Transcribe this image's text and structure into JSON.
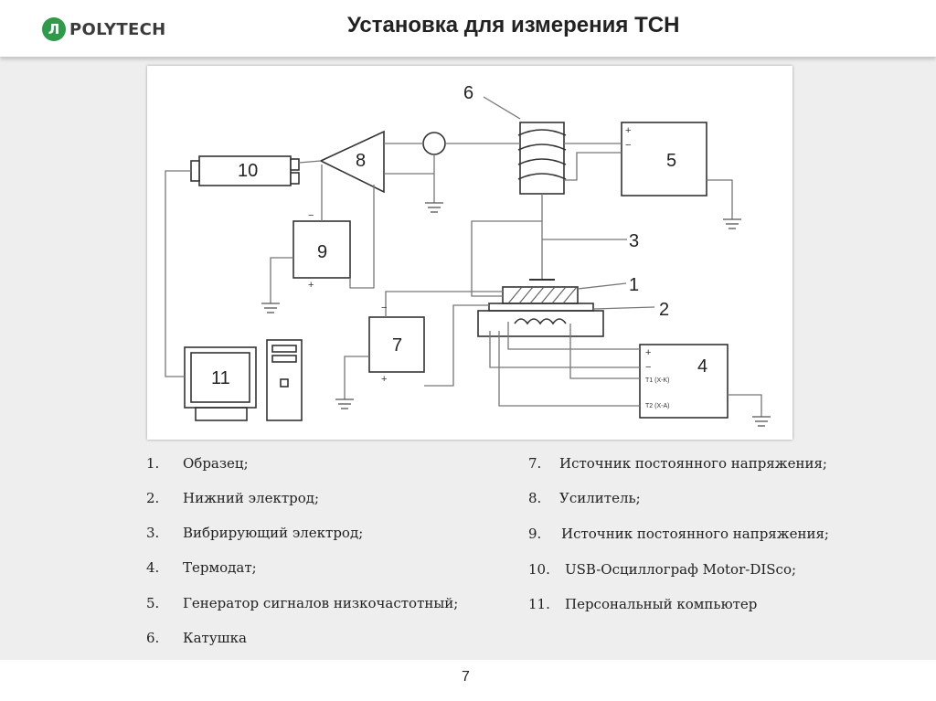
{
  "header": {
    "logo_mark": "Л",
    "logo_text": "POLYTECH",
    "title": "Установка для измерения ТСН"
  },
  "diagram": {
    "labels": {
      "n1": "1",
      "n2": "2",
      "n3": "3",
      "n4": "4",
      "n5": "5",
      "n6": "6",
      "n7": "7",
      "n8": "8",
      "n9": "9",
      "n10": "10",
      "n11": "11"
    },
    "thermodat_terminals": [
      "T1 (X-K)",
      "T2 (X-A)"
    ]
  },
  "legend": {
    "left": [
      {
        "num": "1.",
        "text": "Образец;"
      },
      {
        "num": "2.",
        "text": "Нижний электрод;"
      },
      {
        "num": "3.",
        "text": "Вибрирующий электрод;"
      },
      {
        "num": "4.",
        "text": "Термодат;"
      },
      {
        "num": "5.",
        "text": "Генератор сигналов низкочастотный;"
      },
      {
        "num": "6.",
        "text": "Катушка"
      }
    ],
    "right": [
      {
        "num": "7.",
        "text": "Источник постоянного напряжения;"
      },
      {
        "num": "8.",
        "text": "Усилитель;"
      },
      {
        "num": "9.",
        "text": "Источник постоянного напряжения;"
      },
      {
        "num": "10.",
        "text": "USB-Осциллограф Motor-DISco;"
      },
      {
        "num": "11.",
        "text": "Персональный компьютер"
      }
    ]
  },
  "footer": {
    "page_number": "7"
  }
}
